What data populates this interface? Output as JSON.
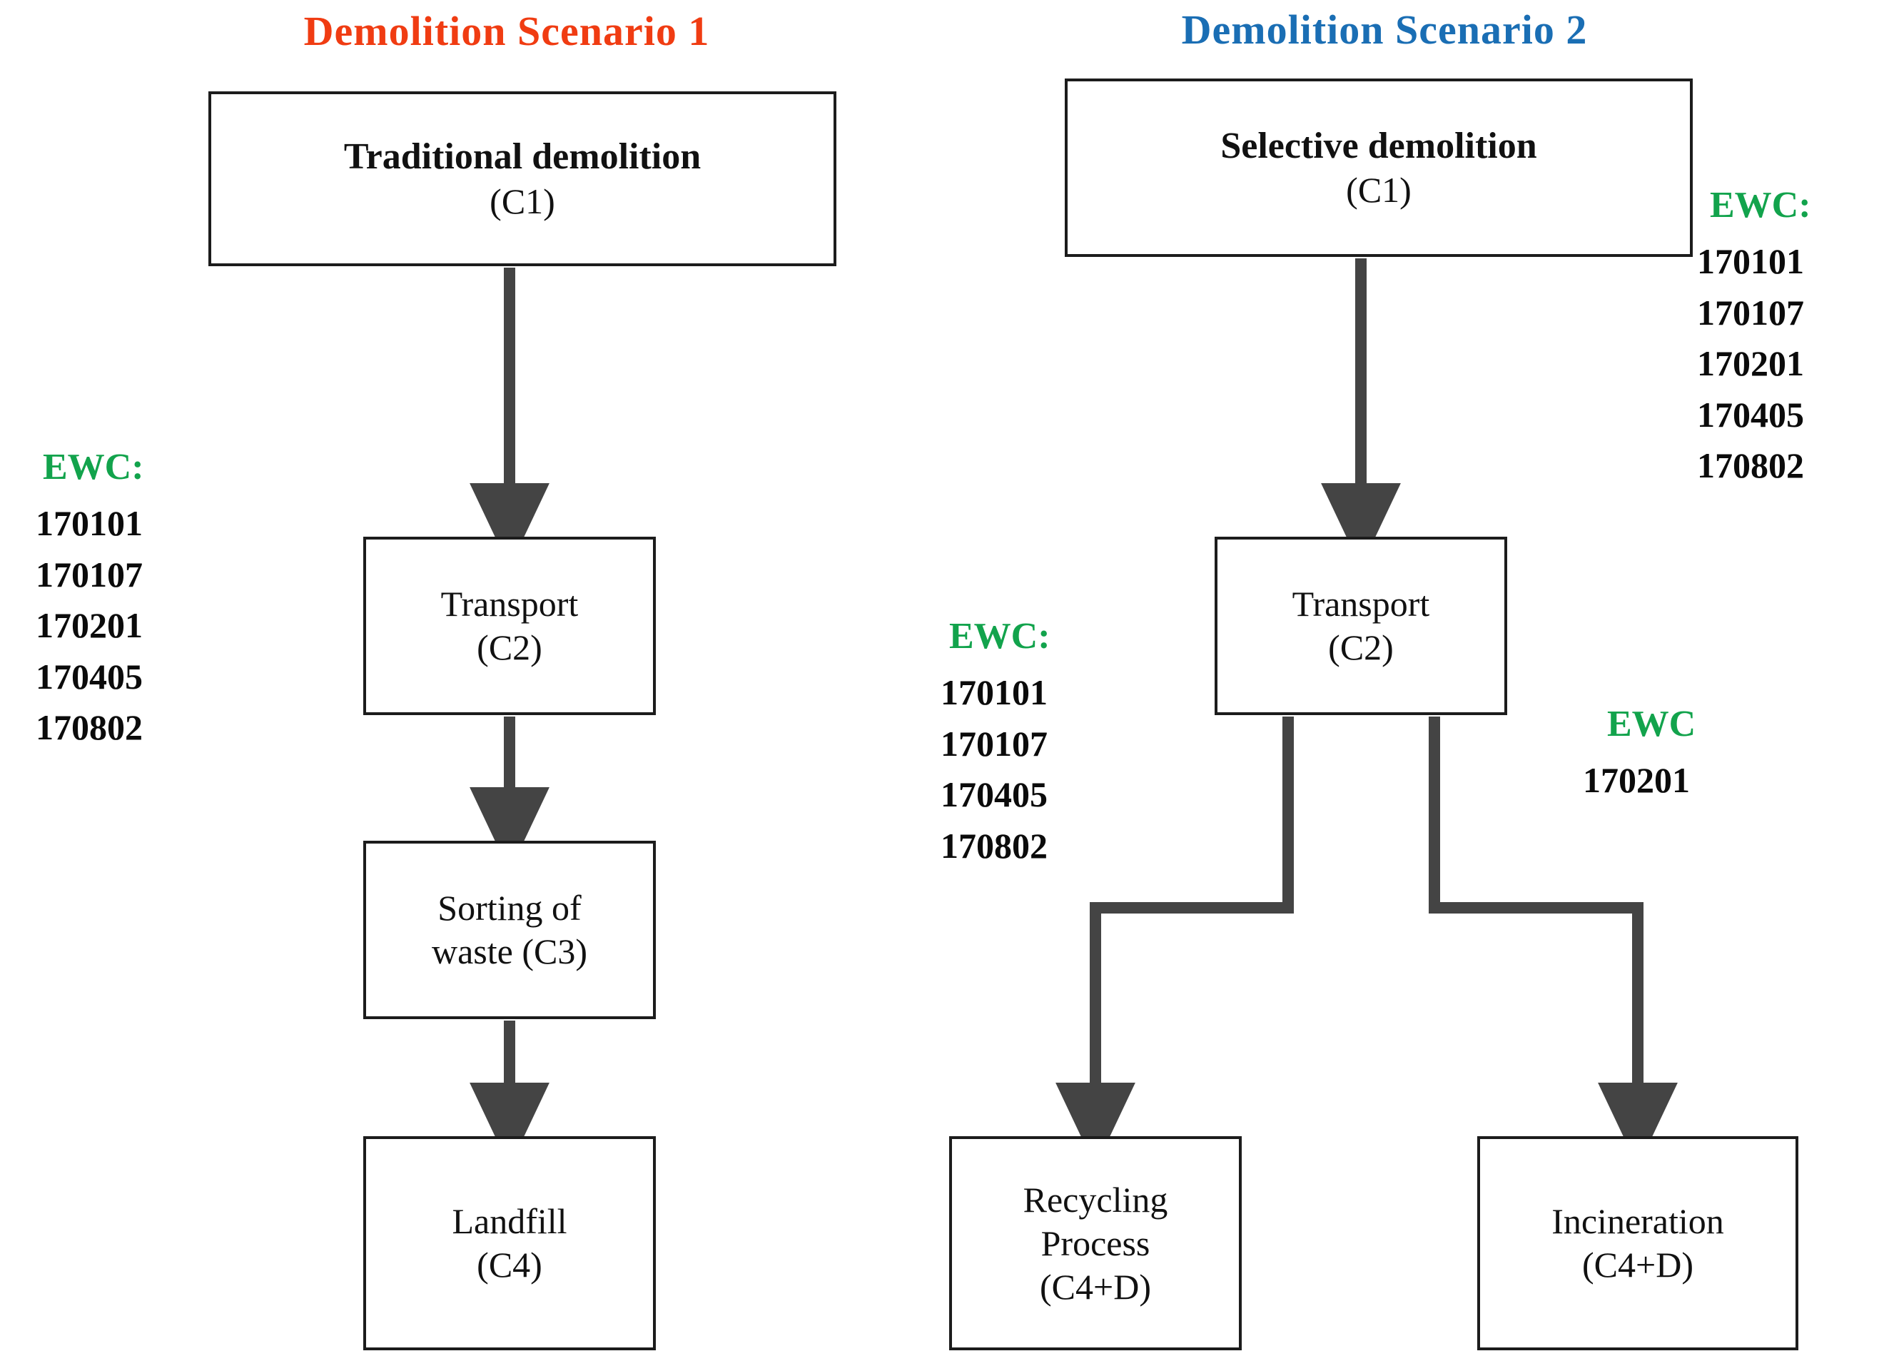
{
  "scenarios": [
    {
      "id": "scenario-1",
      "title": "Demolition  Scenario 1",
      "title_color": "#f03c12",
      "nodes": [
        {
          "id": "s1-c1",
          "line1": "Traditional demolition",
          "line2": "(C1)",
          "line3": ""
        },
        {
          "id": "s1-c2",
          "line1": "Transport",
          "line2": "(C2)",
          "line3": ""
        },
        {
          "id": "s1-c3",
          "line1": "Sorting of",
          "line2": "waste (C3)",
          "line3": ""
        },
        {
          "id": "s1-c4",
          "line1": "Landfill",
          "line2": "(C4)",
          "line3": ""
        }
      ]
    },
    {
      "id": "scenario-2",
      "title": "Demolition  Scenario 2",
      "title_color": "#1a6eb4",
      "nodes": [
        {
          "id": "s2-c1",
          "line1": "Selective demolition",
          "line2": "(C1)",
          "line3": ""
        },
        {
          "id": "s2-c2",
          "line1": "Transport",
          "line2": "(C2)",
          "line3": ""
        },
        {
          "id": "s2-recycling",
          "line1": "Recycling",
          "line2": "Process",
          "line3": "(C4+D)"
        },
        {
          "id": "s2-incineration",
          "line1": "Incineration",
          "line2": "(C4+D)",
          "line3": ""
        }
      ]
    }
  ],
  "ewc_blocks": [
    {
      "id": "ewc-scenario1",
      "label": "EWC:",
      "label_color": "#12a34c",
      "codes": [
        "170101",
        "170107",
        "170201",
        "170405",
        "170802"
      ]
    },
    {
      "id": "ewc-scenario2-input",
      "label": "EWC:",
      "label_color": "#12a34c",
      "codes": [
        "170101",
        "170107",
        "170201",
        "170405",
        "170802"
      ]
    },
    {
      "id": "ewc-recycling",
      "label": "EWC:",
      "label_color": "#12a34c",
      "codes": [
        "170101",
        "170107",
        "170405",
        "170802"
      ]
    },
    {
      "id": "ewc-incineration",
      "label": "EWC",
      "label_color": "#12a34c",
      "codes": [
        "170201"
      ]
    }
  ],
  "style": {
    "connector_color": "#444444",
    "box_border_color": "#1c1c1c",
    "text_color": "#111111",
    "background": "#ffffff"
  }
}
